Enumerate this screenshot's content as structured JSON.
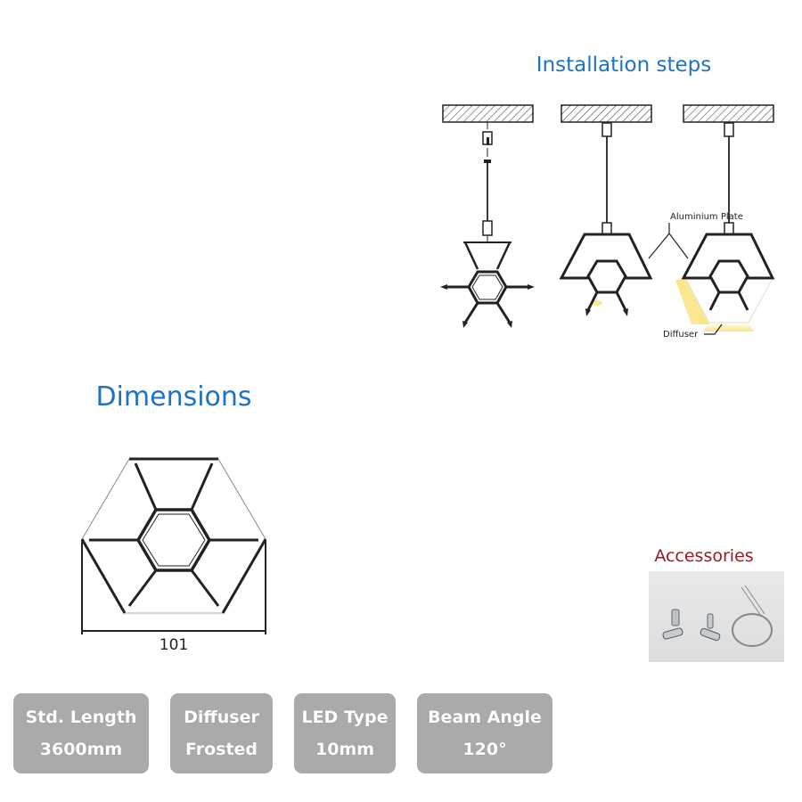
{
  "installation": {
    "title": "Installation steps",
    "labels": {
      "aluminium_plate": "Aluminium Plate",
      "diffuser": "Diffuser"
    },
    "steps": 3
  },
  "dimensions": {
    "title": "Dimensions",
    "width_label": "101"
  },
  "accessories": {
    "title": "Accessories",
    "photo": "accessories-photo"
  },
  "specs": [
    {
      "label": "Std. Length",
      "value": "3600mm"
    },
    {
      "label": "Diffuser",
      "value": "Frosted"
    },
    {
      "label": "LED Type",
      "value": "10mm"
    },
    {
      "label": "Beam Angle",
      "value": "120°"
    }
  ],
  "colors": {
    "title_blue": "#1f73c2",
    "accessories_red": "#9a1b22",
    "spec_bg": "#aaaaaa",
    "glow": "#f7d94a"
  }
}
